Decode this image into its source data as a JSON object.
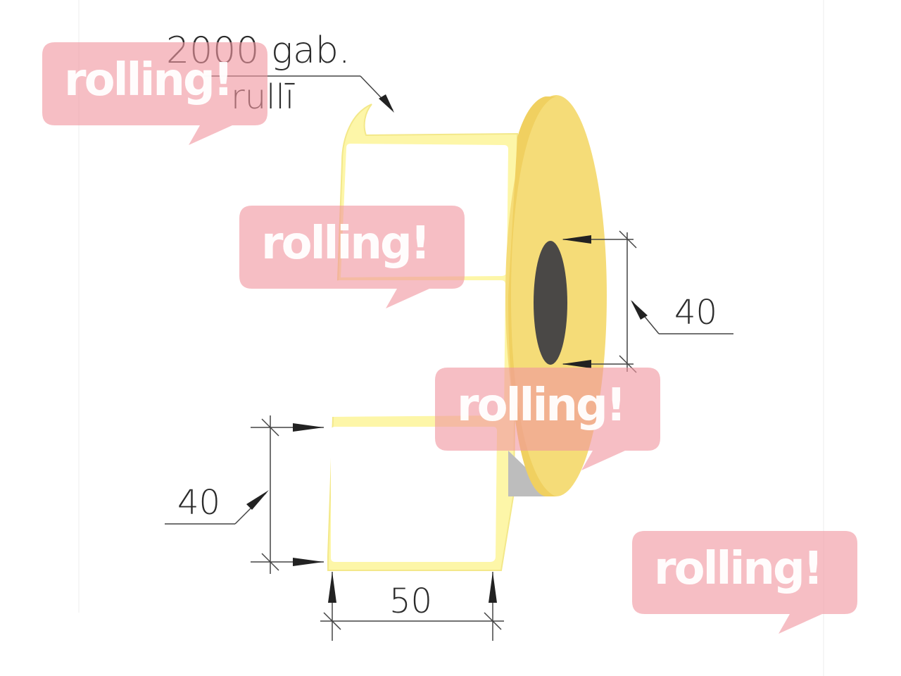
{
  "labels": {
    "quantity": "2000 gab.",
    "per_roll": "rullī",
    "label_height": "40",
    "core_diameter": "40",
    "label_width": "50"
  },
  "watermark": {
    "text": "rolling!",
    "color": "#f0a6ad"
  },
  "colors": {
    "roll_side": "#f5df7a",
    "label_border": "#fbf3a0",
    "core": "#4a4846",
    "dimension_lines": "#444444"
  }
}
